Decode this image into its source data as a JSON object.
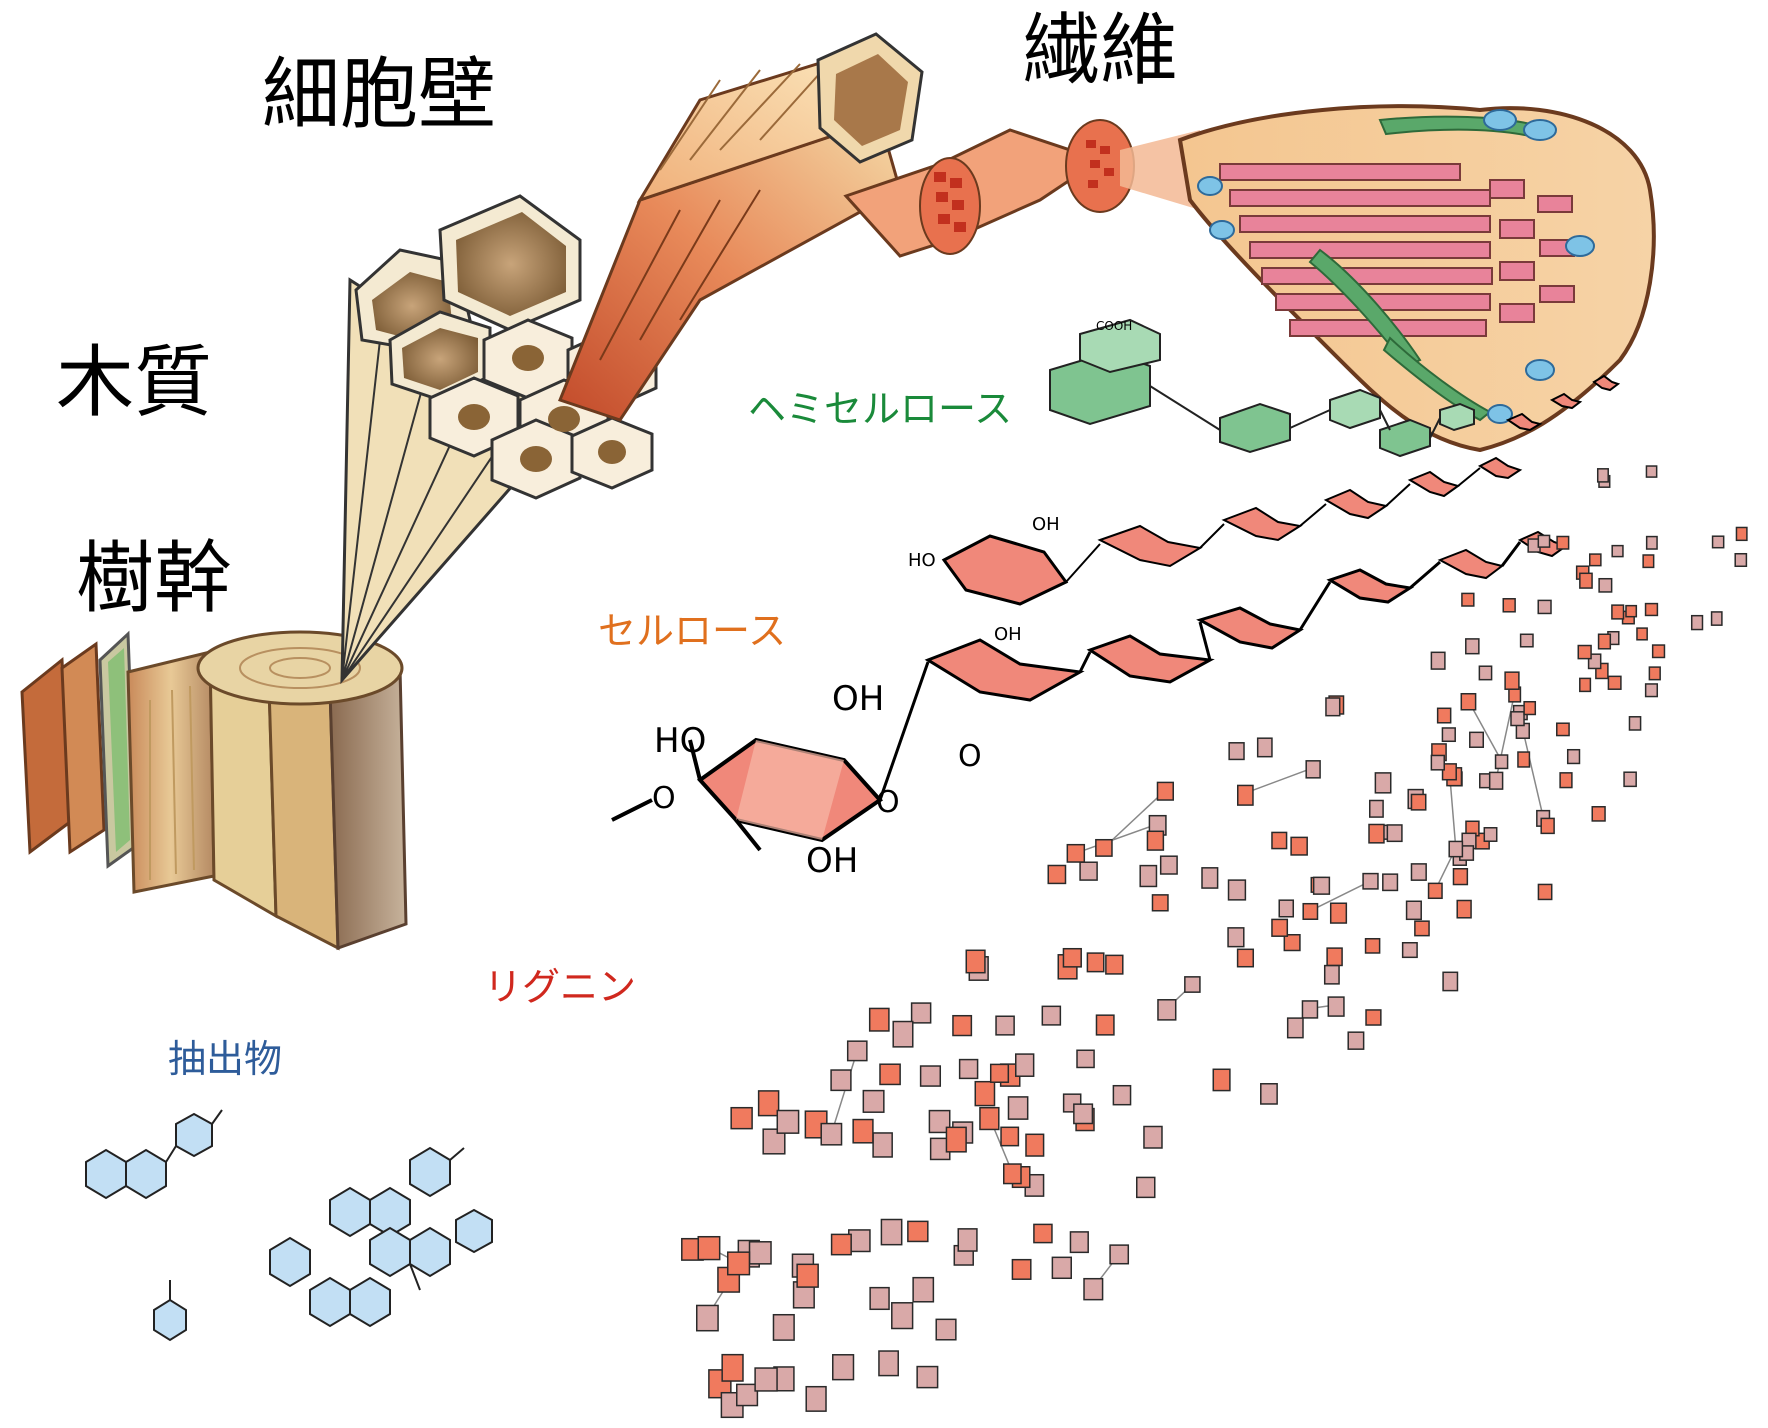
{
  "labels": {
    "cell_wall": "細胞壁",
    "fiber": "繊維",
    "xylem": "木質",
    "trunk": "樹幹",
    "hemicellulose": "ヘミセルロース",
    "cellulose": "セルロース",
    "lignin": "リグニン",
    "extractives": "抽出物"
  },
  "label_colors": {
    "main": "#000000",
    "hemicellulose": "#1a8a3a",
    "cellulose": "#e0701e",
    "lignin": "#d0281e",
    "extractives": "#2e5c9a"
  },
  "chem_text": {
    "oh": "OH",
    "ho": "HO",
    "o": "O",
    "cooh": "COOH"
  }
}
